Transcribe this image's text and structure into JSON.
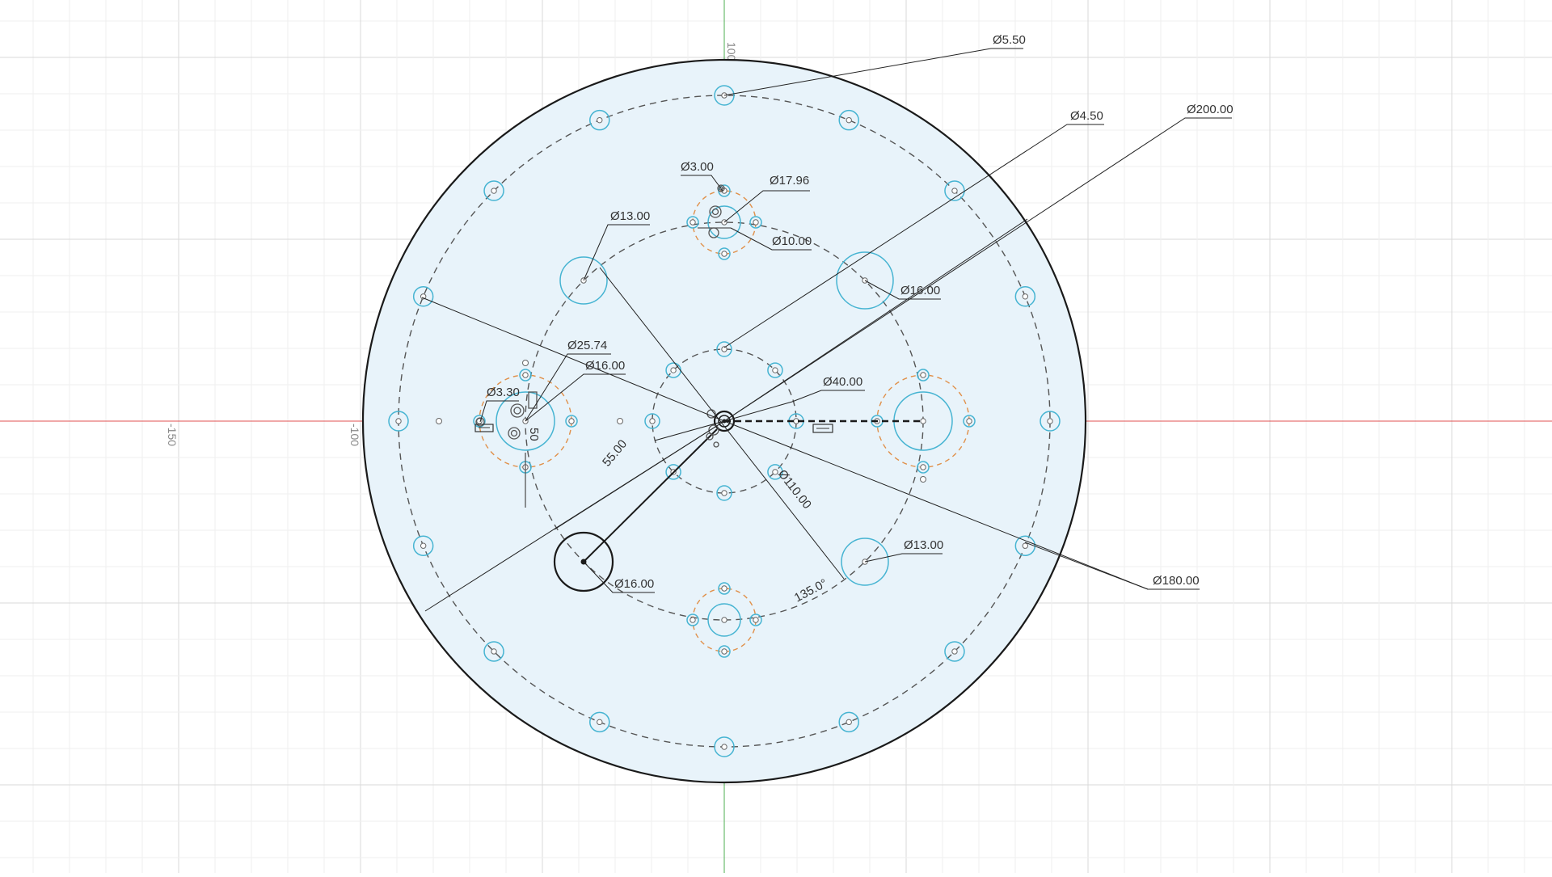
{
  "colors": {
    "background": "#ffffff",
    "grid_minor": "#efefef",
    "grid_major": "#dadada",
    "x_axis": "#e05050",
    "y_axis": "#4caf50",
    "plate_fill": "#e8f3fa",
    "outline": "#1a1a1a",
    "construction": "#555555",
    "hole": "#46b4d2",
    "orange_construction": "#e0904a",
    "dimension": "#222222"
  },
  "axes": {
    "tick_100_vertical": "100",
    "tick_neg150": "-150",
    "tick_neg100": "-100"
  },
  "dimensions": {
    "d_5_50": "Ø5.50",
    "d_4_50": "Ø4.50",
    "d_200_00": "Ø200.00",
    "d_3_00": "Ø3.00",
    "d_17_96": "Ø17.96",
    "d_13_00_top": "Ø13.00",
    "d_10_00": "Ø10.00",
    "d_16_00_right": "Ø16.00",
    "d_25_74": "Ø25.74",
    "d_16_00_left": "Ø16.00",
    "d_3_30": "Ø3.30",
    "d_40_00": "Ø40.00",
    "d_50": "50",
    "d_55_00": "55.00",
    "d_110_00": "Ø110.00",
    "d_13_00_bottom": "Ø13.00",
    "d_16_00_bottom": "Ø16.00",
    "d_180_00": "Ø180.00",
    "angle_135": "135.0°"
  },
  "icons": {
    "constraint_glyph": "horizontal-constraint-icon"
  }
}
